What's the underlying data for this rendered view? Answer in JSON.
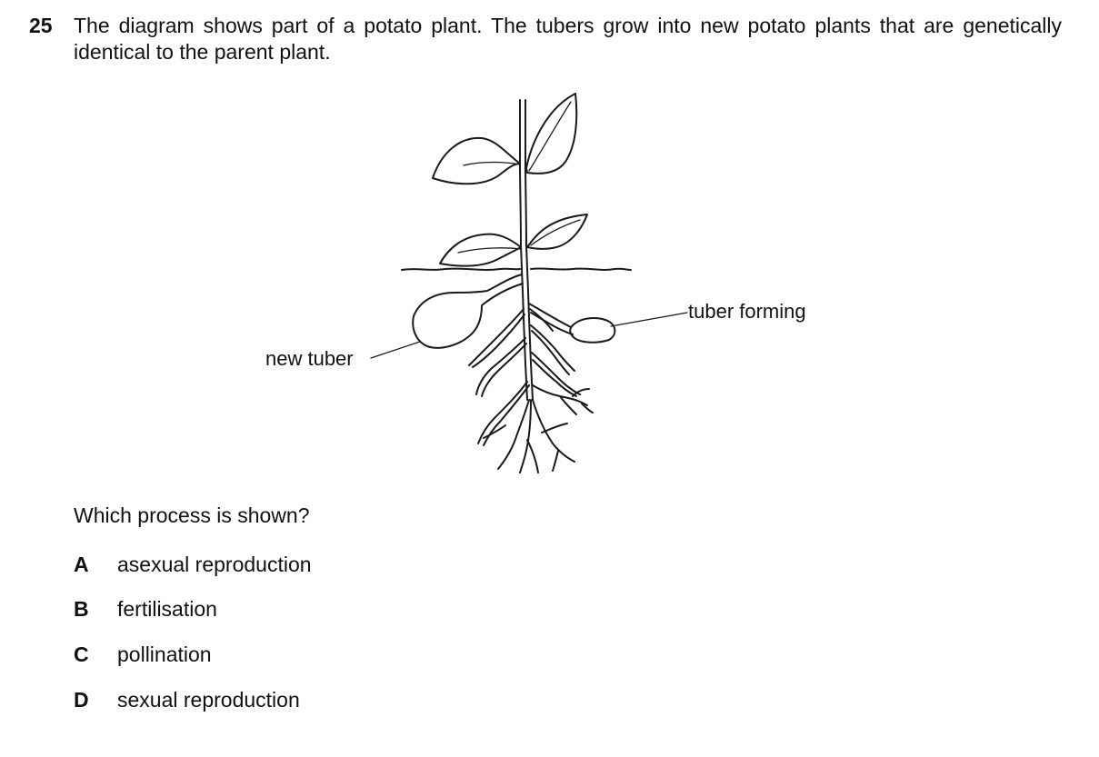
{
  "question": {
    "number": "25",
    "text": "The diagram shows part of a potato plant. The tubers grow into new potato plants that are genetically identical to the parent plant.",
    "prompt": "Which process is shown?"
  },
  "diagram": {
    "labels": {
      "new_tuber": "new tuber",
      "tuber_forming": "tuber forming"
    }
  },
  "options": [
    {
      "letter": "A",
      "text": "asexual reproduction"
    },
    {
      "letter": "B",
      "text": "fertilisation"
    },
    {
      "letter": "C",
      "text": "pollination"
    },
    {
      "letter": "D",
      "text": "sexual reproduction"
    }
  ]
}
